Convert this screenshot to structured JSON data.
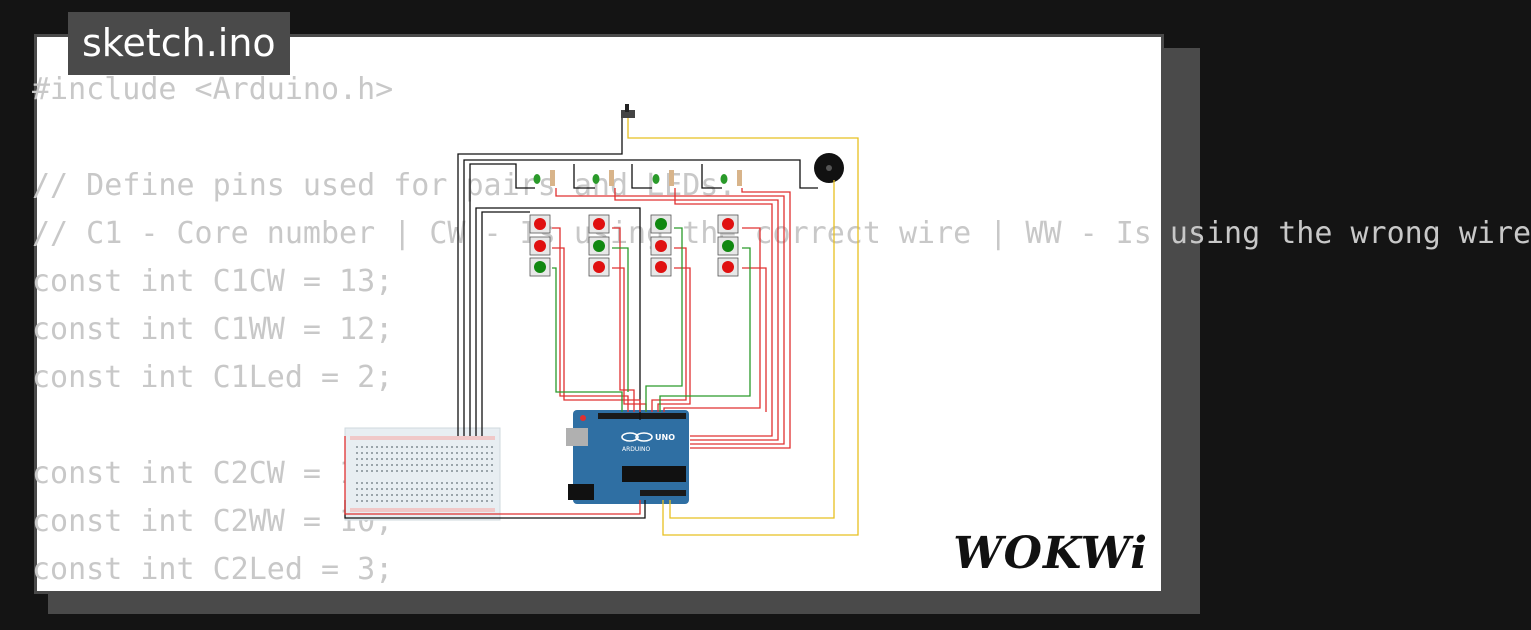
{
  "tab": {
    "title": "sketch.ino"
  },
  "code_lines": [
    "#include <Arduino.h>",
    "",
    "// Define pins used for pairs and LEDs.",
    "// C1 - Core number | CW - Is using the correct wire | WW - Is using the wrong wire",
    "const int C1CW = 13;",
    "const int C1WW = 12;",
    "const int C1Led = 2;",
    "",
    "const int C2CW = 11;",
    "const int C2WW = 10;",
    "const int C2Led = 3;"
  ],
  "board": {
    "brand": "ARDUINO",
    "model": "UNO"
  },
  "logo": {
    "text": "WOKWi"
  },
  "colors": {
    "background": "#141414",
    "card": "#ffffff",
    "frame": "#4a4a4a",
    "code_text": "#c8c8c8",
    "board": "#2f6fa3",
    "wire_red": "#e03030",
    "wire_green": "#2a9a2a",
    "wire_yellow": "#e8c020",
    "wire_black": "#111111",
    "button_red": "#e01010",
    "button_green": "#118811"
  },
  "buttons": [
    [
      "red",
      "red",
      "green"
    ],
    [
      "red",
      "green",
      "red"
    ],
    [
      "green",
      "red",
      "red"
    ],
    [
      "red",
      "green",
      "red"
    ]
  ]
}
